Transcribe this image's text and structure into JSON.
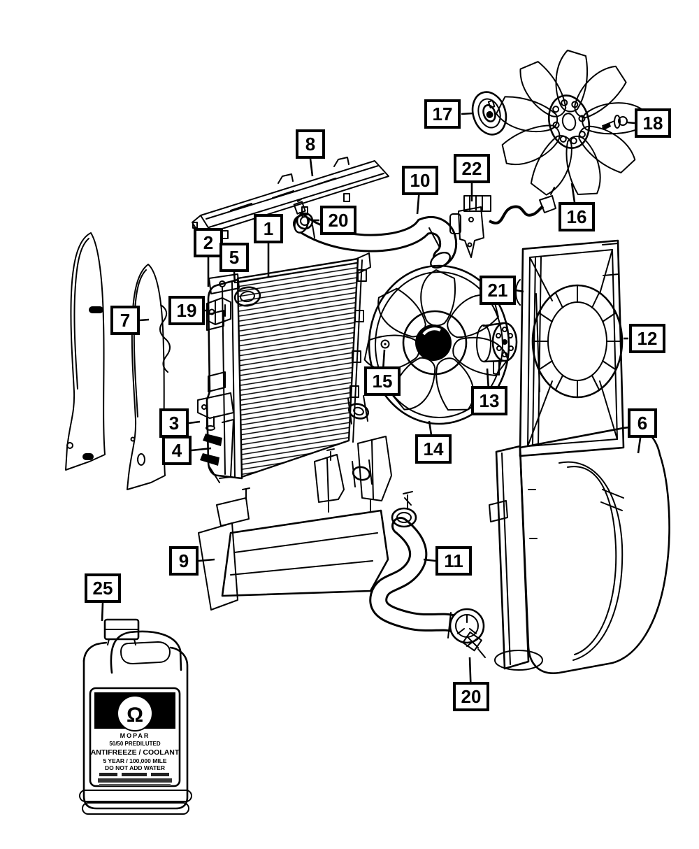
{
  "diagram": {
    "type": "exploded-parts-diagram",
    "subject": "engine cooling: radiator, fans, shrouds, hoses, coolant",
    "colors": {
      "line": "#000000",
      "background": "#ffffff"
    },
    "callouts": [
      {
        "label": "1"
      },
      {
        "label": "2"
      },
      {
        "label": "3"
      },
      {
        "label": "4"
      },
      {
        "label": "5"
      },
      {
        "label": "6"
      },
      {
        "label": "7"
      },
      {
        "label": "8"
      },
      {
        "label": "9"
      },
      {
        "label": "10"
      },
      {
        "label": "11"
      },
      {
        "label": "12"
      },
      {
        "label": "13"
      },
      {
        "label": "14"
      },
      {
        "label": "15"
      },
      {
        "label": "16"
      },
      {
        "label": "17"
      },
      {
        "label": "18"
      },
      {
        "label": "19"
      },
      {
        "label": "20"
      },
      {
        "label": "20"
      },
      {
        "label": "21"
      },
      {
        "label": "22"
      },
      {
        "label": "25"
      }
    ],
    "jug_label": {
      "logo_glyph": "Ω",
      "brand": "MOPAR",
      "line1": "50/50 PREDILUTED",
      "line2": "ANTIFREEZE / COOLANT",
      "line3": "5 YEAR / 100,000 MILE",
      "line4": "DO NOT ADD WATER"
    }
  }
}
